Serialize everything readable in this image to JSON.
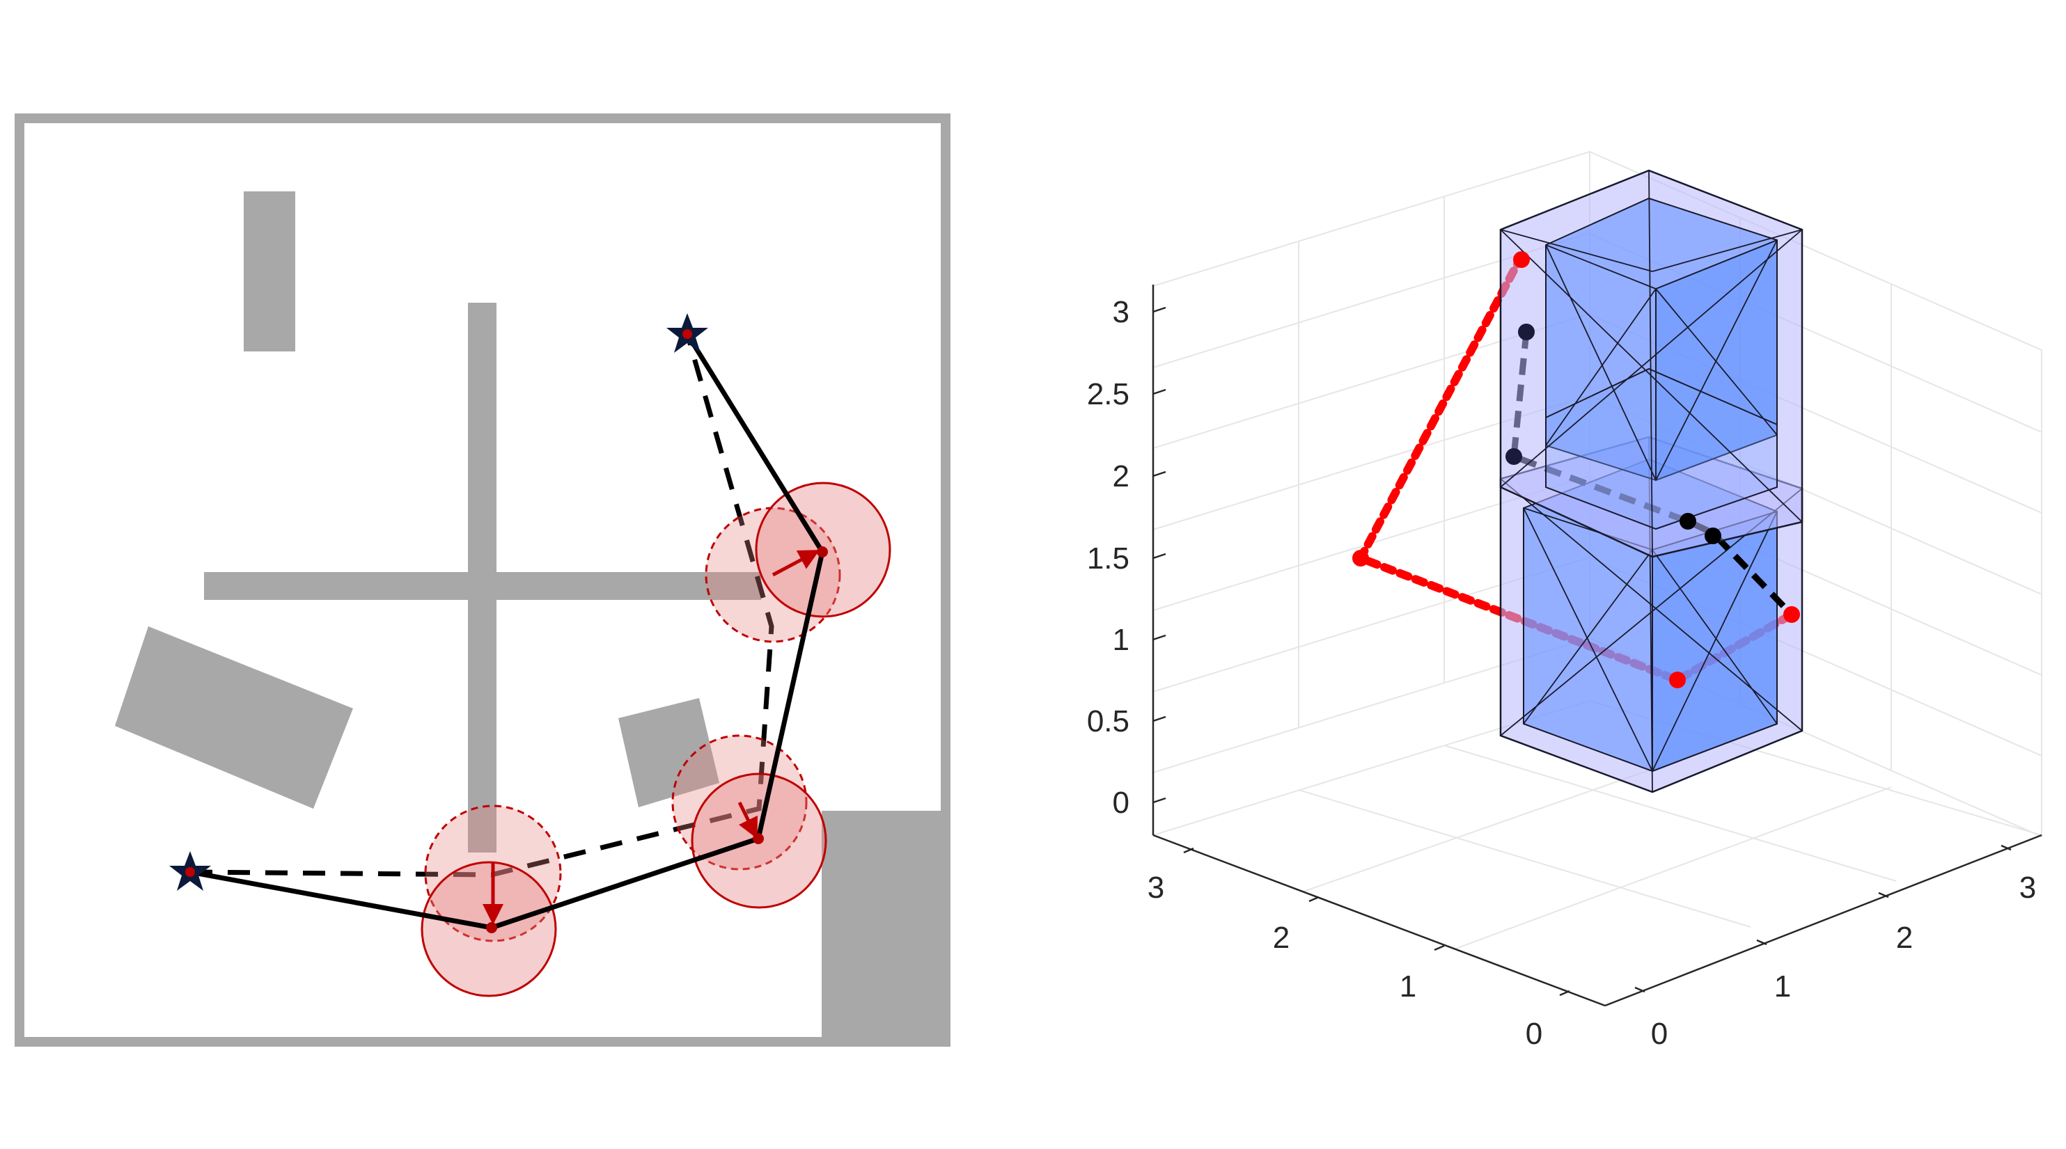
{
  "colors": {
    "obstacle": "#a8a8a8",
    "path_red": "#ff0000",
    "uncertainty_fill": "#e58080",
    "uncertainty_edge": "#c00000",
    "cube_inner": "#5c8eff",
    "cube_outer": "#b8b8ff",
    "path_black": "#000000"
  },
  "plot3d": {
    "z_tick_labels": [
      "3",
      "2.5",
      "2",
      "1.5",
      "1",
      "0.5",
      "0"
    ],
    "x_tick_labels": [
      "3",
      "2",
      "1",
      "0"
    ],
    "y_tick_labels": [
      "0",
      "1",
      "2",
      "3"
    ]
  },
  "markers": {
    "start_icon": "star-icon",
    "goal_icon": "star-icon"
  }
}
